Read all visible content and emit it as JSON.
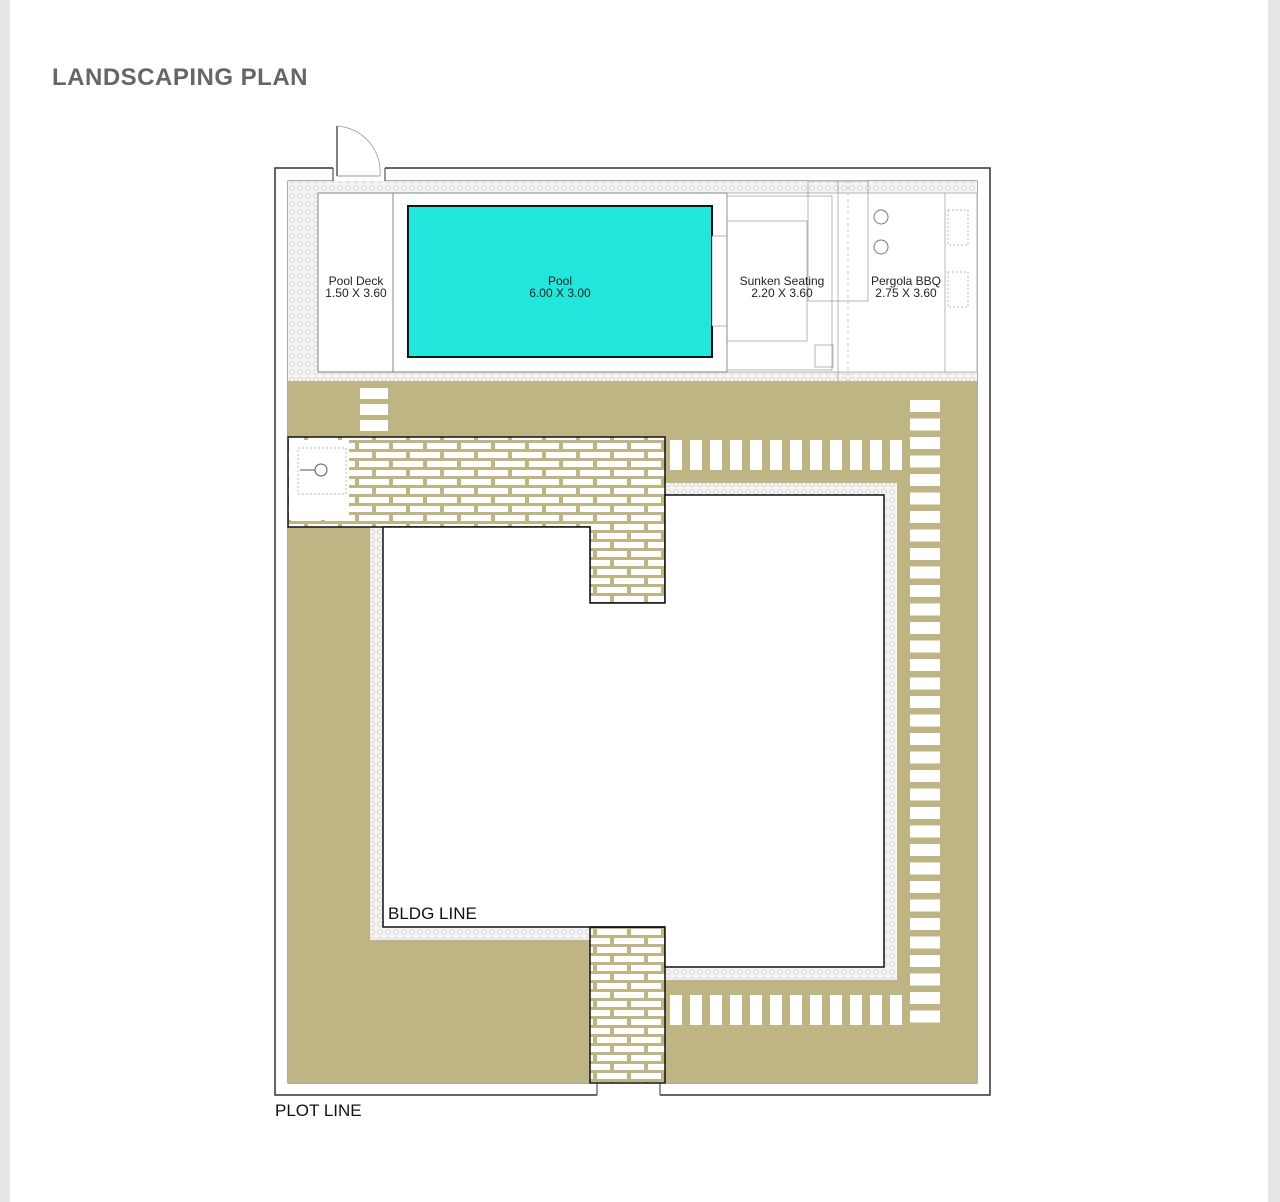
{
  "title": "LANDSCAPING PLAN",
  "colors": {
    "grass": "#bfb584",
    "pool": "#22e6dc",
    "paver": "#ffffff",
    "line": "#222222"
  },
  "zones": [
    {
      "name": "Pool Deck",
      "size": "1.50 X 3.60"
    },
    {
      "name": "Pool",
      "size": "6.00 X 3.00"
    },
    {
      "name": "Sunken Seating",
      "size": "2.20 X 3.60"
    },
    {
      "name": "Pergola BBQ",
      "size": "2.75 X 3.60"
    }
  ],
  "labels": {
    "building_line": "BLDG LINE",
    "plot_line": "PLOT LINE"
  }
}
